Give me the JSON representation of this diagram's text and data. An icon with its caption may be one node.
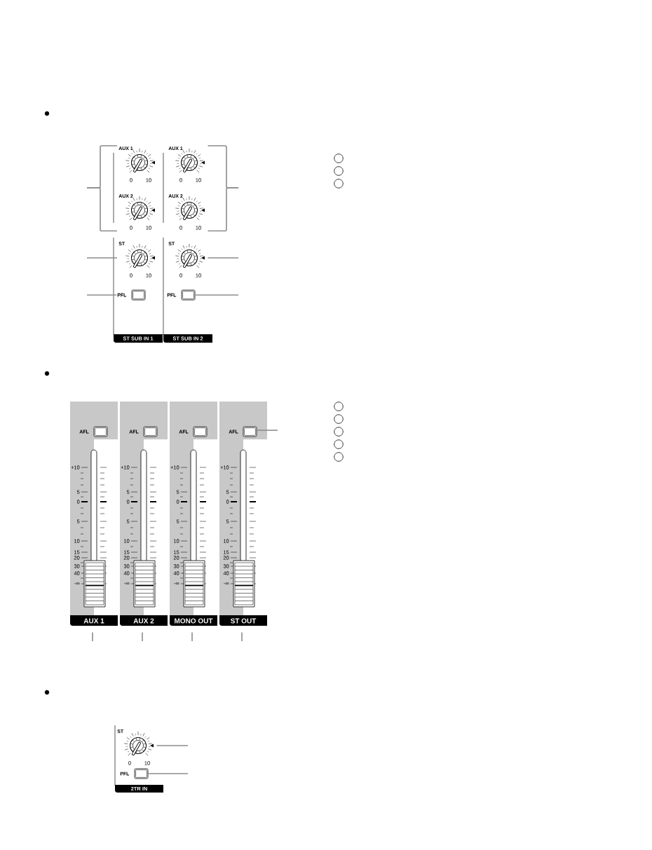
{
  "diagram": {
    "nodes": [
      {
        "text": [
          "ST SUB IN 1"
        ]
      },
      {
        "text": [
          "AUX 1"
        ],
        "in": 0,
        "beside": [
          "0",
          "10"
        ]
      },
      {
        "text": [
          "AUX 2"
        ],
        "in": 0,
        "beside": [
          "0",
          "10"
        ]
      },
      {
        "text": [
          "ST"
        ],
        "in": 0,
        "beside": [
          "0",
          "10"
        ]
      },
      {
        "text": [
          "PFL"
        ],
        "in": 0
      },
      {
        "text": [
          "ST SUB IN 2"
        ]
      },
      {
        "text": [
          "AUX 1"
        ],
        "in": 5,
        "beside": [
          "0",
          "10"
        ]
      },
      {
        "text": [
          "AUX 2"
        ],
        "in": 5,
        "beside": [
          "0",
          "10"
        ]
      },
      {
        "text": [
          "ST"
        ],
        "in": 5,
        "beside": [
          "0",
          "10"
        ]
      },
      {
        "text": [
          "PFL"
        ],
        "in": 5
      },
      {
        "text": [],
        "shape": "circle"
      },
      {
        "text": [],
        "shape": "circle"
      },
      {
        "text": [],
        "shape": "circle"
      },
      {
        "text": [
          "AUX 1"
        ]
      },
      {
        "text": [
          "AFL"
        ],
        "in": 13
      },
      {
        "text": [
          "AUX 2"
        ]
      },
      {
        "text": [
          "AFL"
        ],
        "in": 15
      },
      {
        "text": [
          "MONO OUT"
        ]
      },
      {
        "text": [
          "AFL"
        ],
        "in": 17
      },
      {
        "text": [
          "ST OUT"
        ]
      },
      {
        "text": [
          "AFL"
        ],
        "in": 19
      },
      {
        "text": [],
        "shape": "circle"
      },
      {
        "text": [],
        "shape": "circle"
      },
      {
        "text": [],
        "shape": "circle"
      },
      {
        "text": [],
        "shape": "circle"
      },
      {
        "text": [],
        "shape": "circle"
      },
      {
        "text": [
          "2TR IN"
        ]
      },
      {
        "text": [
          "ST"
        ],
        "in": 26,
        "beside": [
          "0",
          "10"
        ]
      },
      {
        "text": [
          "PFL"
        ],
        "in": 26
      }
    ],
    "edges": [
      {
        "from": null,
        "to": 1,
        "arrow": "none"
      },
      {
        "from": null,
        "to": 2,
        "arrow": "none"
      },
      {
        "from": null,
        "to": 3,
        "arrow": "none"
      },
      {
        "from": null,
        "to": 4,
        "arrow": "none"
      },
      {
        "from": null,
        "to": 6,
        "arrow": "none"
      },
      {
        "from": null,
        "to": 7,
        "arrow": "none"
      },
      {
        "from": null,
        "to": 8,
        "arrow": "none"
      },
      {
        "from": null,
        "to": 9,
        "arrow": "none"
      },
      {
        "from": null,
        "to": 20,
        "arrow": "none"
      },
      {
        "from": null,
        "to": 13,
        "arrow": "none"
      },
      {
        "from": null,
        "to": 15,
        "arrow": "none"
      },
      {
        "from": null,
        "to": 17,
        "arrow": "none"
      },
      {
        "from": null,
        "to": 19,
        "arrow": "none"
      },
      {
        "from": null,
        "to": 27,
        "arrow": "none"
      },
      {
        "from": null,
        "to": 28,
        "arrow": "none"
      }
    ],
    "labels": [
      "+10",
      "5",
      "0",
      "5",
      "10",
      "15",
      "20",
      "30",
      "40",
      "-∞",
      "+10",
      "5",
      "0",
      "5",
      "10",
      "15",
      "20",
      "30",
      "40",
      "-∞",
      "+10",
      "5",
      "0",
      "5",
      "10",
      "15",
      "20",
      "30",
      "40",
      "-∞",
      "+10",
      "5",
      "0",
      "5",
      "10",
      "15",
      "20",
      "30",
      "40",
      "-∞"
    ]
  }
}
